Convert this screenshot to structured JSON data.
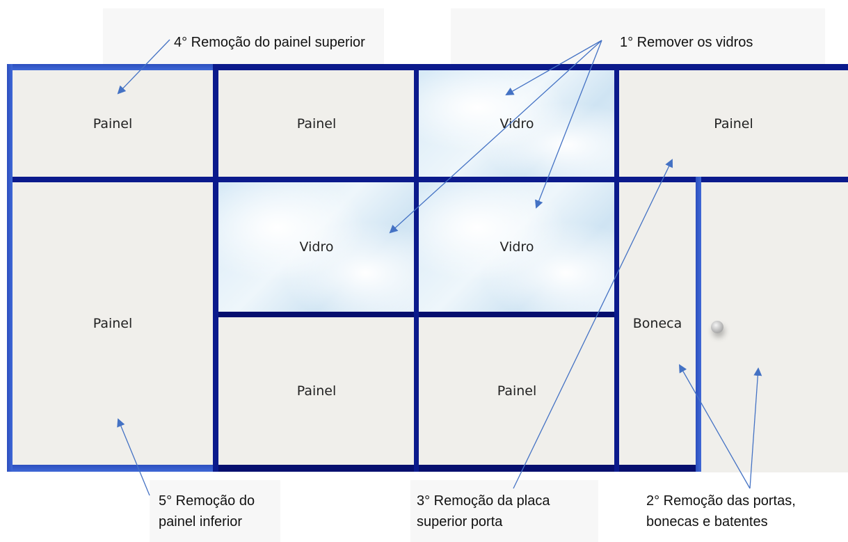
{
  "panels": {
    "top_left": "Painel",
    "top_mid_left": "Painel",
    "top_glass": "Vidro",
    "top_right": "Painel",
    "left_tall": "Painel",
    "mid_glass_left": "Vidro",
    "mid_glass_right": "Vidro",
    "boneca": "Boneca",
    "bottom_left": "Painel",
    "bottom_right": "Painel"
  },
  "annotations": {
    "step1": "1° Remover os vidros",
    "step2_line1": "2° Remoção das portas,",
    "step2_line2": "bonecas e batentes",
    "step3_line1": "3° Remoção da placa",
    "step3_line2": "superior porta",
    "step4": "4° Remoção do painel superior",
    "step5_line1": "5° Remoção do",
    "step5_line2": "painel inferior"
  },
  "colors": {
    "frame": "#0b1a8c",
    "arrow": "#4472c4",
    "panel": "#f0efeb"
  }
}
